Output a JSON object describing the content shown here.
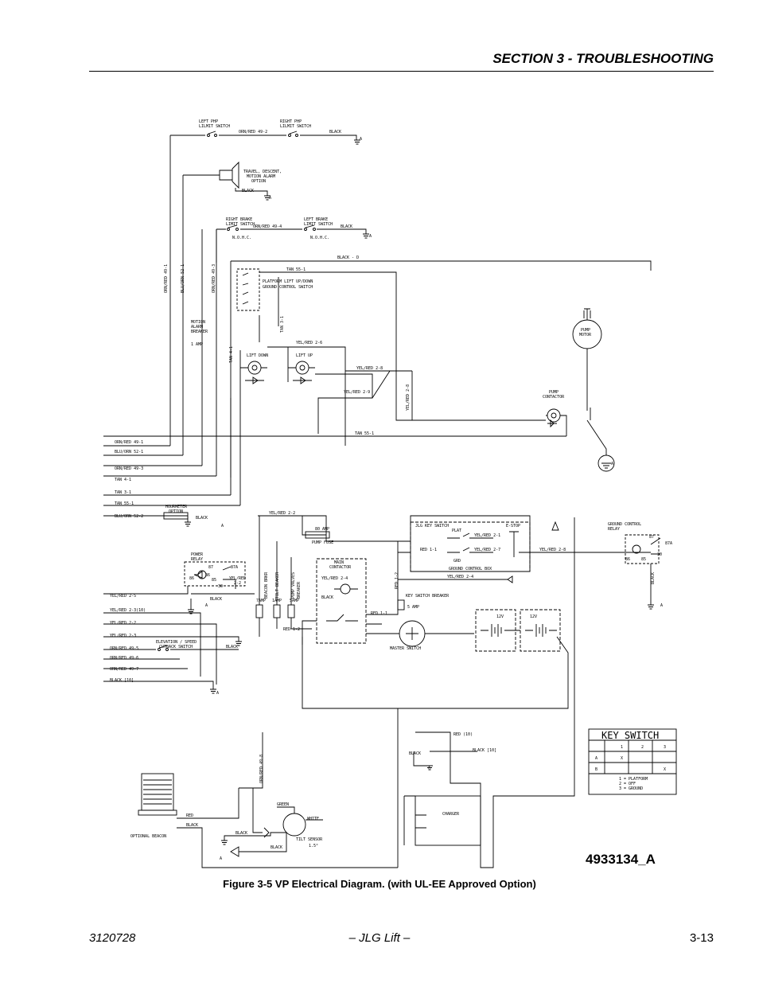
{
  "header": {
    "section_title": "SECTION 3 - TROUBLESHOOTING"
  },
  "diagram": {
    "drawing_number": "4933134_A",
    "labels": {
      "left_php": "LEFT PHP",
      "lilmit_switch": "LILMIT SWITCH",
      "right_php": "RIGHT PHP",
      "lilmit_switch_2": "LILMIT SWITCH",
      "orn_red_49_2": "ORN/RED 49-2",
      "black_top": "BLACK",
      "alarm_1": "TRAVEL, DESCENT,",
      "alarm_2": "MOTION ALARM",
      "alarm_3": "OPTION",
      "black_alarm": "BLACK",
      "right_brake": "RIGHT BRAKE",
      "limit_switch_r": "LIMIT SWITCH",
      "left_brake": "LEFT BRAKE",
      "limit_switch_l": "LIMIT SWITCH",
      "orn_red_49_4": "ORN/RED 49-4",
      "black_brake": "BLACK",
      "nohc_1": "N.O.H.C.",
      "nohc_2": "N.O.H.C.",
      "black_d": "BLACK - D",
      "tan_55_1_top": "TAN 55-1",
      "pl_switch_1": "PLATFORM LIFT UP/DOWN",
      "pl_switch_2": "GROUND CONTROL SWITCH",
      "v_orn_49_1": "ORN/RED 49-1",
      "v_blu_52_1": "BLU/ORN 52-1",
      "v_orn_49_3": "ORN/RED 49-3",
      "v_tan_3_1": "TAN 3-1",
      "v_tan_4_1": "TAN 4-1",
      "mab_1": "MOTION",
      "mab_2": "ALARM",
      "mab_3": "BREAKER",
      "mab_4": "1 AMP",
      "yel_red_2_6": "YEL/RED 2-6",
      "lift_down": "LIFT DOWN",
      "lift_up": "LIFT UP",
      "yel_red_2_8": "YEL/RED 2-8",
      "yel_red_2_9": "YEL/RED 2-9",
      "v_yel_red_2_8": "YEL/RED 2-8",
      "pump_motor_1": "PUMP",
      "pump_motor_2": "MOTOR",
      "pump_contactor_1": "PUMP",
      "pump_contactor_2": "CONTACTOR",
      "tan_55_1_mid": "TAN 55-1",
      "h_orn_49_1": "ORN/RED 49-1",
      "h_blu_52_1": "BLU/ORN 52-1",
      "h_orn_49_3": "ORN/RED 49-3",
      "h_tan_4_1": "TAN 4-1",
      "h_tan_3_1": "TAN 3-1",
      "h_tan_55_1": "TAN 55-1",
      "h_blu_52_2": "BLU/ORN 52-2",
      "hourmeter_1": "HOURMETER",
      "hourmeter_2": "OPTION",
      "black_hour": "BLACK",
      "yel_red_2_2": "YEL/RED 2-2",
      "amp80": "80 AMP",
      "pump_fuse": "PUMP FUSE",
      "jlg_key_switch": "JLG KEY SWITCH",
      "plat": "PLAT",
      "grd": "GRD",
      "estop": "E-STOP",
      "yel_red_2_1": "YEL/RED 2-1",
      "yel_red_2_7": "YEL/RED 2-7",
      "red_1_1": "RED 1-1",
      "ground_control_box": "GROUND CONTROL BOX",
      "yel_red_2_4_gcb": "YEL/RED 2-4",
      "gcr_1": "GROUND CONTROL",
      "gcr_2": "RELAY",
      "yel_red_2_8_gcr": "YEL/RED 2-8",
      "black_gcr": "BLACK",
      "power_relay_1": "POWER",
      "power_relay_2": "RELAY",
      "yel_red_2_2_pr": "YEL/RED",
      "yel_red_2_2_pr2": "2-2",
      "black_pr": "BLACK",
      "beacon_brkr": "BEACON BRKR",
      "tilt_beaker": "TILT BEAKER",
      "pump_valves_1": "PUMP VALVES",
      "pump_valves_2": "BREAKER",
      "amp7": "7AMP",
      "amp1": "1AMP",
      "amp5": "5AMP",
      "main_contactor_1": "MAIN",
      "main_contactor_2": "CONTACTOR",
      "yel_red_2_4_mc": "YEL/RED 2-4",
      "black_mc": "BLACK",
      "v_red_1_2": "RED 1-2",
      "red_1_1_b": "RED 1-1",
      "red_1_2": "RED 1-2",
      "ksb": "KEY SWITCH BREAKER",
      "amp5b": "5 AMP",
      "master_switch": "MASTER SWITCH",
      "v12a": "12V",
      "v12b": "12V",
      "h_yel_red_2_5": "YEL/RED 2-5",
      "h_yel_red_2_3_10": "YEL/RED 2-3(10)",
      "h_yel_red_2_2": "YEL/RED 2-2",
      "h_yel_red_2_3": "YEL/RED 2-3",
      "h_orn_49_5": "ORN/RED 49-5",
      "h_orn_49_6": "ORN/RED 49-6",
      "h_orn_49_7": "ORN/RED 49-7",
      "h_black_10": "BLACK [10]",
      "elev_1": "ELEVATION / SPEED",
      "elev_2": "CUTBACK SWITCH",
      "black_elev": "BLACK",
      "red_10": "RED (10)",
      "black_10_b": "BLACK [10]",
      "black_chg": "BLACK",
      "charger": "CHARGER",
      "v_orn_49_8": "ORN/RED 49-8",
      "green": "GREEN",
      "white": "WHITE",
      "tilt_1": "TILT SENSOR",
      "tilt_2": "1.5°",
      "black_tilt": "BLACK",
      "black_tilt_2": "BLACK",
      "red_beacon": "RED",
      "black_beacon": "BLACK",
      "optional_beacon": "OPTIONAL  BEACON",
      "key_switch": "KEY SWITCH",
      "ks_1": "1",
      "ks_2": "2",
      "ks_3": "3",
      "ks_a": "A",
      "ks_b": "B",
      "ks_x1": "X",
      "ks_x2": "X",
      "ks_leg_1": "1 = PLATFORM",
      "ks_leg_2": "2 = OFF",
      "ks_leg_3": "3 = GROUND",
      "g_a": "A",
      "t87": "87",
      "t87a": "87A",
      "t86": "86",
      "t85": "85",
      "t30": "30"
    }
  },
  "caption": "Figure 3-5  VP Electrical Diagram. (with UL-EE Approved Option)",
  "footer": {
    "left": "3120728",
    "center": "– JLG Lift –",
    "right": "3-13"
  }
}
